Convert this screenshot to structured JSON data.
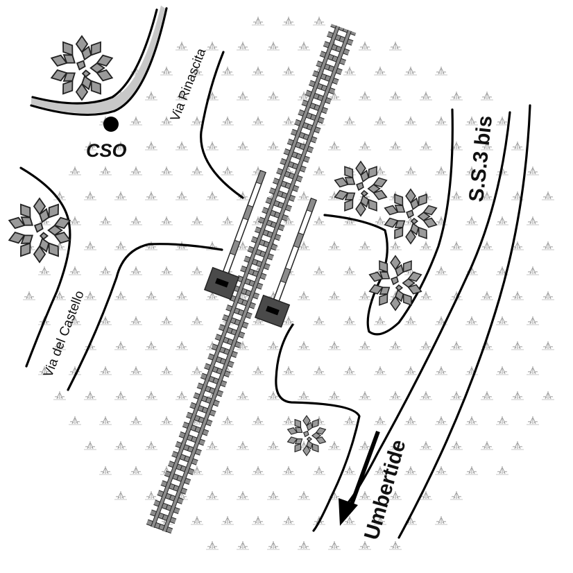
{
  "labels": {
    "via_rinascita": "Via Rinascita",
    "via_del_castello": "Via del Castello",
    "station": "CSO",
    "highway": "S.S.3 bis",
    "direction": "Umbertide"
  },
  "icons": {
    "tree": "tree-icon",
    "grass": "grass-tuft-icon",
    "barrier": "level-crossing-barrier-icon",
    "point": "station-point-icon",
    "arrow": "direction-arrow-icon"
  },
  "colors": {
    "line": "#000000",
    "rail": "#8c8c8c",
    "rail_dark": "#3a3a3a",
    "tree_leaf": "#9a9a9a",
    "grass": "#b4b4b4",
    "road_fill": "#c8c8c8"
  }
}
